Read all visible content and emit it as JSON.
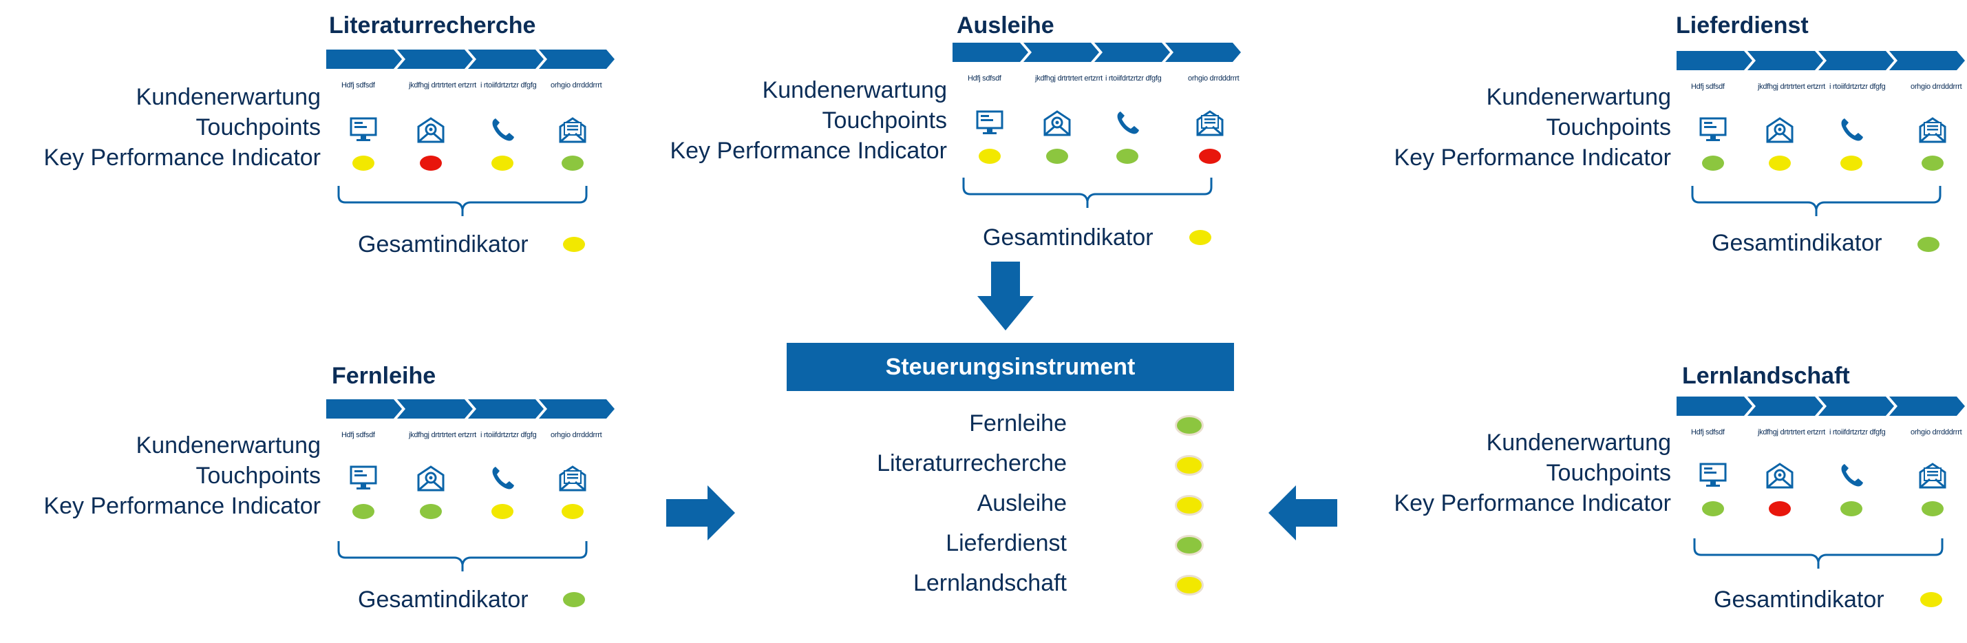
{
  "colors": {
    "blue": "#0b64a8",
    "navy": "#0b2d57",
    "green": "#8cc63f",
    "yellow": "#f2e800",
    "red": "#e8160c"
  },
  "row_labels": {
    "kundenerwartung": "Kundenerwartung",
    "touchpoints": "Touchpoints",
    "kpi": "Key Performance Indicator",
    "gesamt": "Gesamtindikator"
  },
  "step_texts": [
    "Hdfj sdfsdf",
    "jkdfhgj drtrtrtert ertzrrt",
    "i rtoiifdrtzrtzr dfgfg",
    "orhgio drrdddrrrt"
  ],
  "touchpoint_icons": [
    "monitor-icon",
    "email-at-icon",
    "phone-icon",
    "letter-icon"
  ],
  "panels": [
    {
      "id": "literaturrecherche",
      "title": "Literaturrecherche",
      "kpi": [
        "yellow",
        "red",
        "yellow",
        "green"
      ],
      "gesamt": "yellow"
    },
    {
      "id": "ausleihe",
      "title": "Ausleihe",
      "kpi": [
        "yellow",
        "green",
        "green",
        "red"
      ],
      "gesamt": "yellow"
    },
    {
      "id": "lieferdienst",
      "title": "Lieferdienst",
      "kpi": [
        "green",
        "yellow",
        "yellow",
        "green"
      ],
      "gesamt": "green"
    },
    {
      "id": "fernleihe",
      "title": "Fernleihe",
      "kpi": [
        "green",
        "green",
        "yellow",
        "yellow"
      ],
      "gesamt": "green"
    },
    {
      "id": "lernlandschaft",
      "title": "Lernlandschaft",
      "kpi": [
        "green",
        "red",
        "green",
        "green"
      ],
      "gesamt": "yellow"
    }
  ],
  "center": {
    "title": "Steuerungsinstrument",
    "items": [
      {
        "label": "Fernleihe",
        "status": "green"
      },
      {
        "label": "Literaturrecherche",
        "status": "yellow"
      },
      {
        "label": "Ausleihe",
        "status": "yellow"
      },
      {
        "label": "Lieferdienst",
        "status": "green"
      },
      {
        "label": "Lernlandschaft",
        "status": "yellow"
      }
    ]
  }
}
